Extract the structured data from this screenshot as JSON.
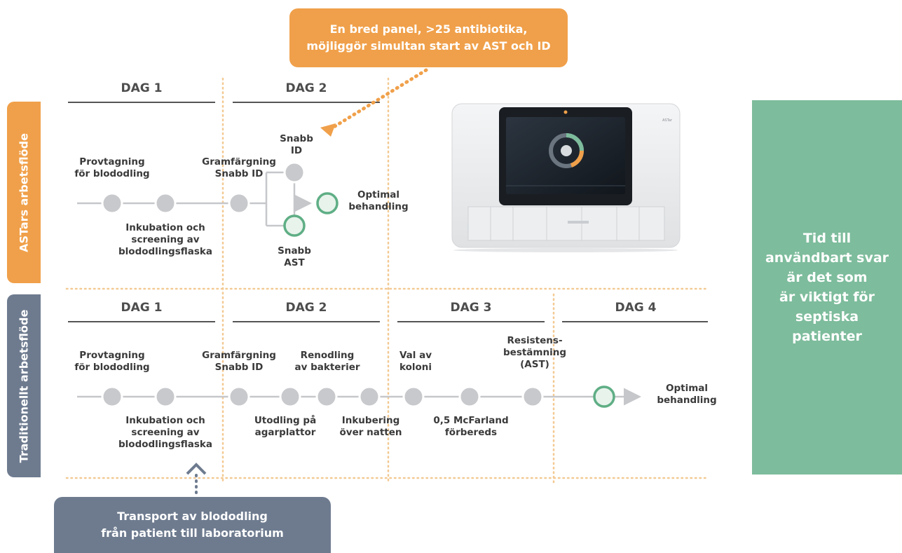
{
  "callouts": {
    "panel": [
      "En bred panel, >25 antibiotika,",
      "möjliggör simultan start av AST och ID"
    ],
    "transport": [
      "Transport av blododling",
      "från patient till laboratorium"
    ]
  },
  "side_tabs": {
    "astars": "ASTars arbetsflöde",
    "traditional": "Traditionellt arbetsflöde"
  },
  "side_panel": [
    "Tid till",
    "användbart svar",
    "är det som",
    "är viktigt för",
    "septiska",
    "patienter"
  ],
  "astars_flow": {
    "days": [
      "DAG 1",
      "DAG 2"
    ],
    "labels": {
      "sampling": [
        "Provtagning",
        "för blododling"
      ],
      "incubation": [
        "Inkubation och",
        "screening av",
        "blododlingsflaska"
      ],
      "gram": [
        "Gramfärgning",
        "Snabb ID"
      ],
      "rapid_id": [
        "Snabb",
        "ID"
      ],
      "rapid_ast": [
        "Snabb",
        "AST"
      ],
      "optimal": [
        "Optimal",
        "behandling"
      ]
    }
  },
  "traditional_flow": {
    "days": [
      "DAG 1",
      "DAG 2",
      "DAG 3",
      "DAG 4"
    ],
    "labels": {
      "sampling": [
        "Provtagning",
        "för blododling"
      ],
      "incubation": [
        "Inkubation och",
        "screening av",
        "blododlingsflaska"
      ],
      "gram": [
        "Gramfärgning",
        "Snabb ID"
      ],
      "culture": [
        "Utodling på",
        "agarplattor"
      ],
      "purify": [
        "Renodling",
        "av bakterier"
      ],
      "overnight": [
        "Inkubering",
        "över natten"
      ],
      "colony": [
        "Val av",
        "koloni"
      ],
      "mcfarland": [
        "0,5 McFarland",
        "förbereds"
      ],
      "resistance": [
        "Resistens-",
        "bestämning",
        "(AST)"
      ],
      "optimal": [
        "Optimal",
        "behandling"
      ]
    }
  },
  "device": {
    "brand": "ASTar"
  },
  "colors": {
    "orange": "#f0a04a",
    "slate": "#6e7b8f",
    "green": "#7dbc9c",
    "node_gray": "#c8c9cc",
    "node_green": "#5fae85"
  }
}
